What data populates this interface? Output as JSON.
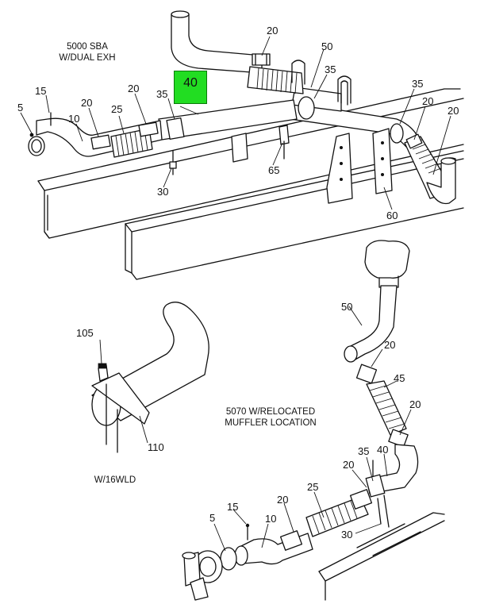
{
  "captions": {
    "top_config": "5000 SBA\nW/DUAL EXH",
    "bottom_config": "5070 W/RELOCATED\nMUFFLER LOCATION",
    "detail": "W/16WLD"
  },
  "highlight": {
    "label": "40",
    "color": "#22dd22"
  },
  "callouts": {
    "top_20a": "20",
    "top_50": "50",
    "top_35a": "35",
    "top_35b": "35",
    "top_20b": "20",
    "top_20c": "20",
    "top_15": "15",
    "top_5": "5",
    "top_20d": "20",
    "top_20e": "20",
    "top_25": "25",
    "top_35c": "35",
    "top_10": "10",
    "top_65": "65",
    "top_30": "30",
    "top_60": "60",
    "det_105": "105",
    "det_110": "110",
    "bot_50": "50",
    "bot_20a": "20",
    "bot_45": "45",
    "bot_20b": "20",
    "bot_20c": "20",
    "bot_35": "35",
    "bot_40": "40",
    "bot_25": "25",
    "bot_20d": "20",
    "bot_15": "15",
    "bot_5": "5",
    "bot_10": "10",
    "bot_30": "30"
  }
}
